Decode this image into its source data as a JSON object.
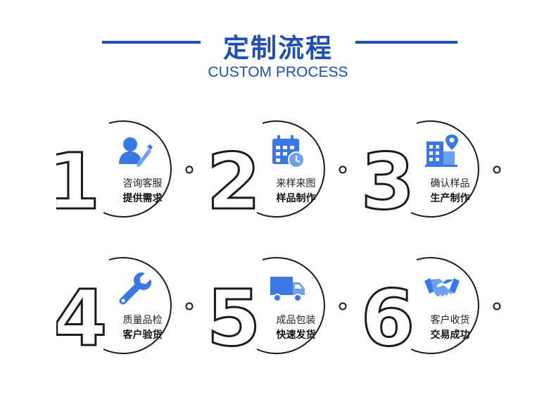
{
  "header": {
    "title": "定制流程",
    "subtitle": "CUSTOM PROCESS"
  },
  "colors": {
    "accent": "#1f4fb5",
    "icon_blue": "#3b78e7",
    "outline": "#1a1a1a"
  },
  "steps": [
    {
      "number": "1",
      "line1": "咨询客服",
      "line2": "提供需求",
      "icon": "person-edit-icon"
    },
    {
      "number": "2",
      "line1": "来样来图",
      "line2": "样品制作",
      "icon": "calendar-clock-icon"
    },
    {
      "number": "3",
      "line1": "确认样品",
      "line2": "生产制作",
      "icon": "factory-location-icon"
    },
    {
      "number": "4",
      "line1": "质量品检",
      "line2": "客户验货",
      "icon": "wrench-icon"
    },
    {
      "number": "5",
      "line1": "成品包装",
      "line2": "快速发货",
      "icon": "delivery-truck-icon"
    },
    {
      "number": "6",
      "line1": "客户收货",
      "line2": "交易成功",
      "icon": "handshake-icon"
    }
  ]
}
